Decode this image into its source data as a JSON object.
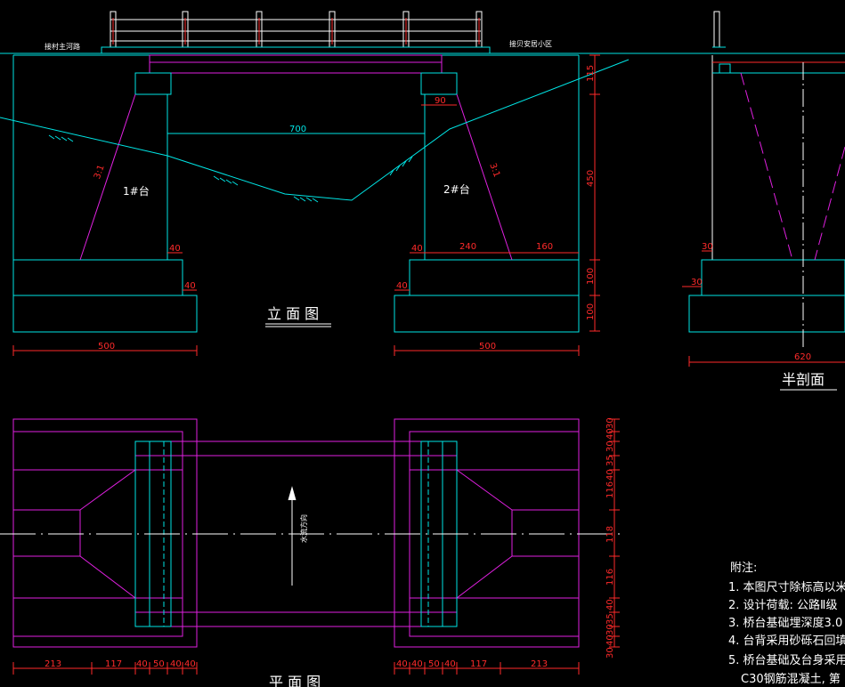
{
  "colors": {
    "background": "#000000",
    "structure": "#00e5e5",
    "magenta": "#e020e0",
    "dimension": "#ff2a2a",
    "text": "#ffffff",
    "center": "#ffffff"
  },
  "elevation": {
    "title": "立 面 图",
    "left_top_note": "接村主河路",
    "right_top_note": "接贝安居小区",
    "abutment1": "1#台",
    "abutment2": "2#台",
    "span": "700",
    "slope_left": "3:1",
    "slope_right": "3:1",
    "dims_bottom_left": "500",
    "dims_bottom_right": "500",
    "dim_40_a": "40",
    "dim_40_b": "40",
    "dim_40_c": "40",
    "dim_40_d": "40",
    "dim_90": "90",
    "dim_240": "240",
    "dim_160": "160",
    "vdim_115": "115",
    "vdim_450": "450",
    "vdim_100a": "100",
    "vdim_100b": "100"
  },
  "section": {
    "title": "半剖面",
    "dim_30a": "30",
    "dim_30b": "30",
    "dim_620": "620"
  },
  "plan": {
    "title": "平 面 图",
    "flow_label": "水流方向",
    "bottom_dims": [
      "213",
      "117",
      "40",
      "50",
      "40",
      "40",
      "40",
      "40",
      "50",
      "40",
      "117",
      "213"
    ],
    "right_dims": [
      "30",
      "40",
      "30",
      "35",
      "40",
      "116",
      "118",
      "116",
      "40",
      "35",
      "30",
      "40",
      "30"
    ]
  },
  "notes": {
    "header": "附注:",
    "items": [
      "1. 本图尺寸除标高以米",
      "2. 设计荷载: 公路Ⅱ级",
      "3. 桥台基础埋深度3.0",
      "4. 台背采用砂砾石回填",
      "5. 桥台基础及台身采用",
      "C30钢筋混凝土, 第"
    ]
  }
}
